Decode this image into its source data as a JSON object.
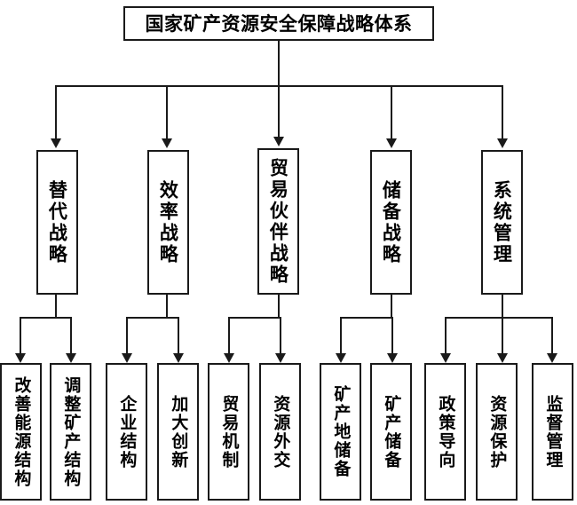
{
  "diagram": {
    "type": "hierarchy-tree",
    "orientation": "top-down",
    "colors": {
      "border": "#1a1a1a",
      "background": "#ffffff",
      "text": "#000000"
    },
    "root": {
      "label": "国家矿产资源安全保障战略体系"
    },
    "level2": [
      {
        "label": "替代战略"
      },
      {
        "label": "效率战略"
      },
      {
        "label": "贸易伙伴战略"
      },
      {
        "label": "储备战略"
      },
      {
        "label": "系统管理"
      }
    ],
    "leaves": [
      {
        "label": "改善能源结构",
        "parent": "替代战略"
      },
      {
        "label": "调整矿产结构",
        "parent": "替代战略"
      },
      {
        "label": "企业结构",
        "parent": "效率战略"
      },
      {
        "label": "加大创新",
        "parent": "效率战略"
      },
      {
        "label": "贸易机制",
        "parent": "贸易伙伴战略"
      },
      {
        "label": "资源外交",
        "parent": "贸易伙伴战略"
      },
      {
        "label": "矿产地储备",
        "parent": "储备战略"
      },
      {
        "label": "矿产储备",
        "parent": "储备战略"
      },
      {
        "label": "政策导向",
        "parent": "系统管理"
      },
      {
        "label": "资源保护",
        "parent": "系统管理"
      },
      {
        "label": "监督管理",
        "parent": "系统管理"
      }
    ]
  }
}
